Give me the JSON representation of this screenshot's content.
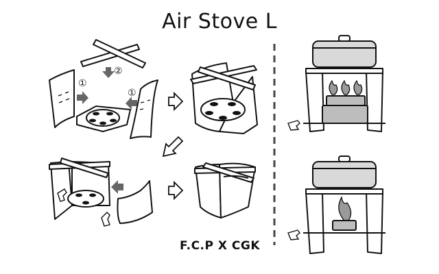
{
  "title": "Air Stove L",
  "brand": "F.C.P X CGK",
  "steps": {
    "one": "①",
    "two": "②"
  },
  "colors": {
    "line": "#111111",
    "arrow": "#555555",
    "pot": "#d9d9d9",
    "flame": "#9a9a9a",
    "fuel": "#bdbdbd",
    "divider": "#444444"
  },
  "icons": [
    "arrow-icon",
    "hand-pointer-icon",
    "flame-icon",
    "pot-icon",
    "fuel-can-icon"
  ]
}
